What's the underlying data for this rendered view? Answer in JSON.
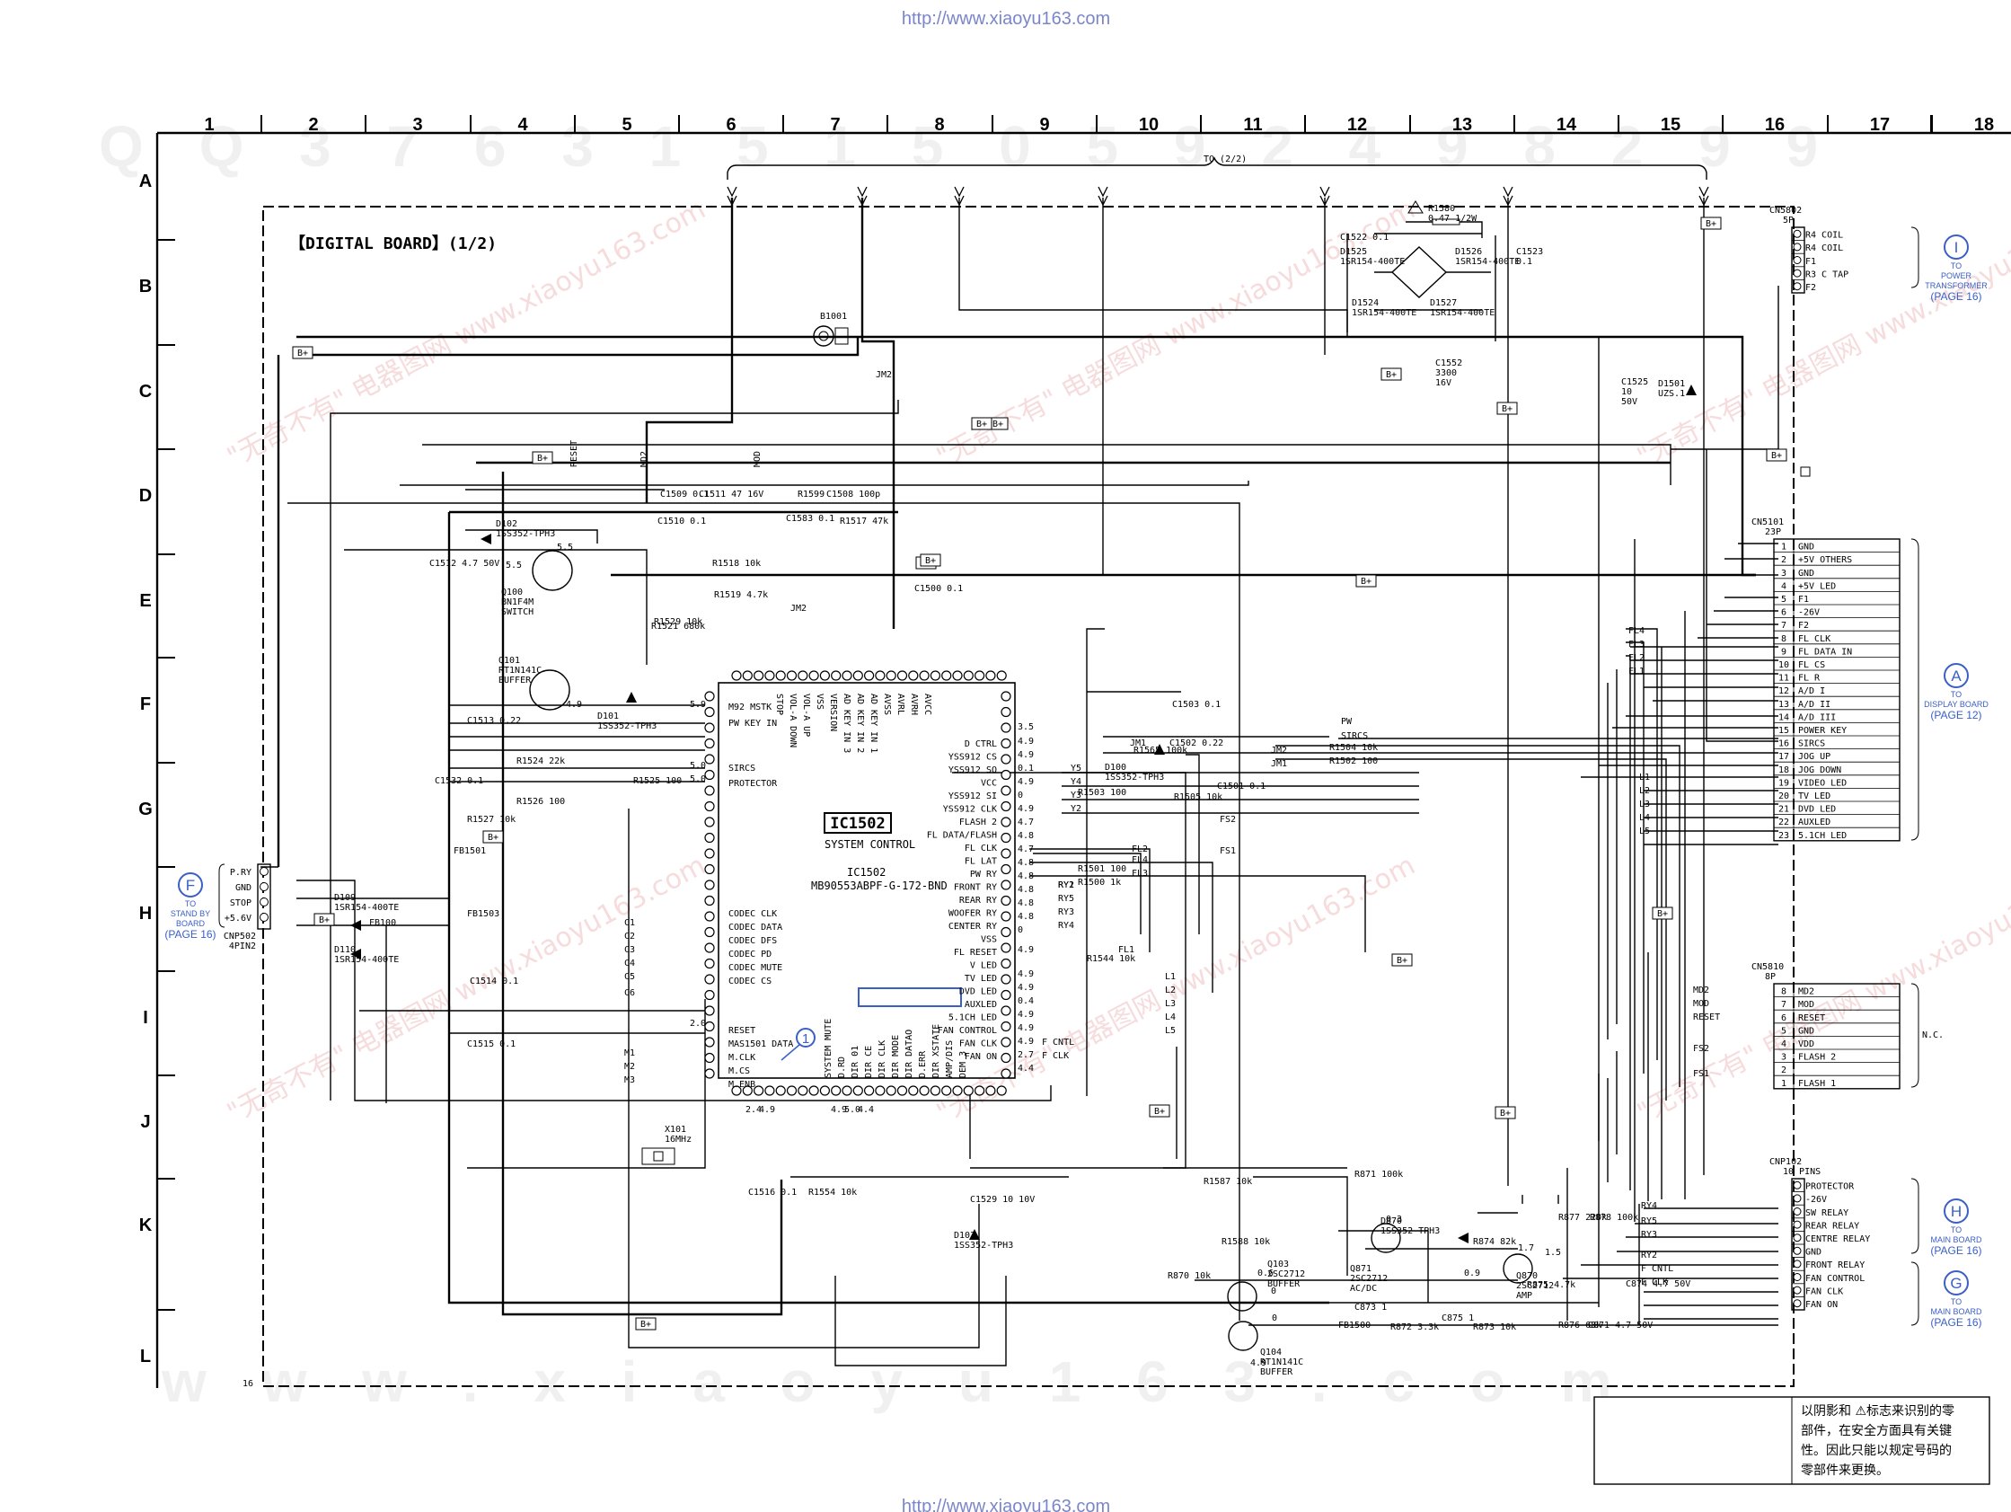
{
  "header_url": "http://www.xiaoyu163.com",
  "footer_url": "http://www.xiaoyu163.com",
  "columns": [
    "1",
    "2",
    "3",
    "4",
    "5",
    "6",
    "7",
    "8",
    "9",
    "10",
    "11",
    "12",
    "13",
    "14",
    "15",
    "16",
    "17",
    "18"
  ],
  "rows": [
    "A",
    "B",
    "C",
    "D",
    "E",
    "F",
    "G",
    "H",
    "I",
    "J",
    "K",
    "L"
  ],
  "board_title": "【DIGITAL BOARD】(1/2)",
  "to_label": "TO (2/2)",
  "page_number": "16",
  "ic": {
    "ref": "IC1502",
    "name": "SYSTEM CONTROL",
    "ref2": "IC1502",
    "part": "MB90553ABPF-G-172-BND"
  },
  "connectors": {
    "top": {
      "ref": "CN5802",
      "pins": "5P",
      "labels": [
        "R4 COIL",
        "R4 COIL",
        "F1",
        "R3 C TAP",
        "F2"
      ]
    },
    "display": {
      "ref": "CN5101",
      "pins": "23P",
      "labels": [
        "GND",
        "+5V OTHERS",
        "GND",
        "+5V LED",
        "F1",
        "-26V",
        "F2",
        "FL CLK",
        "FL DATA IN",
        "FL CS",
        "FL R",
        "A/D I",
        "A/D II",
        "A/D III",
        "POWER KEY",
        "SIRCS",
        "JOG UP",
        "JOG DOWN",
        "VIDEO LED",
        "TV LED",
        "DVD LED",
        "AUXLED",
        "5.1CH LED"
      ],
      "numbers": [
        "1",
        "2",
        "3",
        "4",
        "5",
        "6",
        "7",
        "8",
        "9",
        "10",
        "11",
        "12",
        "13",
        "14",
        "15",
        "16",
        "17",
        "18",
        "19",
        "20",
        "21",
        "22",
        "23"
      ]
    },
    "nc": {
      "ref": "CN5810",
      "pins": "8P",
      "labels": [
        "MD2",
        "MOD",
        "RESET",
        "GND",
        "VDD",
        "FLASH 2",
        "",
        "FLASH 1"
      ],
      "numbers": [
        "8",
        "7",
        "6",
        "5",
        "4",
        "3",
        "2",
        "1"
      ]
    },
    "main": {
      "ref": "CNP102",
      "pins": "10 PINS",
      "labels": [
        "PROTECTOR",
        "-26V",
        "SW RELAY",
        "REAR RELAY",
        "CENTRE RELAY",
        "GND",
        "FRONT RELAY",
        "FAN CONTROL",
        "FAN CLK",
        "FAN ON"
      ]
    },
    "stand": {
      "ref": "CNP502",
      "pins": "4PIN2",
      "labels": [
        "P.RY",
        "GND",
        "STOP",
        "+5.6V"
      ]
    }
  },
  "destinations": {
    "I": {
      "letter": "I",
      "lines": [
        "TO",
        "POWER",
        "TRANSFORMER"
      ],
      "page": "(PAGE 16)"
    },
    "A": {
      "letter": "A",
      "lines": [
        "TO",
        "DISPLAY BOARD"
      ],
      "page": "(PAGE 12)"
    },
    "nc": "N.C.",
    "H": {
      "letter": "H",
      "lines": [
        "TO",
        "MAIN BOARD"
      ],
      "page": "(PAGE 16)"
    },
    "G": {
      "letter": "G",
      "lines": [
        "TO",
        "MAIN BOARD"
      ],
      "page": "(PAGE 16)"
    },
    "F": {
      "letter": "F",
      "lines": [
        "TO",
        "STAND BY",
        "BOARD"
      ],
      "page": "(PAGE 16)"
    }
  },
  "ic_left_pins": [
    "M92 MSTK",
    "PW KEY IN",
    "SIRCS",
    "PROTECTOR",
    "CODEC CLK",
    "CODEC DATA",
    "CODEC DFS",
    "CODEC PD",
    "CODEC MUTE",
    "CODEC CS",
    "RESET",
    "MAS1501 DATA",
    "M.CLK",
    "M.CS",
    "M.ENB"
  ],
  "ic_right_pins": [
    "D CTRL",
    "YSS912 CS",
    "YSS912 SO",
    "VCC",
    "YSS912 SI",
    "YSS912 CLK",
    "FLASH 2",
    "FL DATA/FLASH",
    "FL CLK",
    "FL LAT",
    "PW RY",
    "FRONT RY",
    "REAR RY",
    "WOOFER RY",
    "CENTER RY",
    "VSS",
    "FL RESET",
    "V LED",
    "TV LED",
    "DVD LED",
    "AUXLED",
    "5.1CH LED",
    "FAN CONTROL",
    "FAN CLK",
    "FAN ON"
  ],
  "ic_top_pins": [
    "STOP",
    "VOL-A DOWN",
    "VOL-A UP",
    "VSS",
    "VERSION",
    "AD KEY IN 3",
    "AD KEY IN 2",
    "AD KEY IN 1",
    "AVSS",
    "AVRL",
    "AVRH",
    "AVCC"
  ],
  "ic_bottom_pins": [
    "SYSTEM MUTE",
    "D.RD",
    "DIR 01",
    "DIR CE",
    "DIR CLK",
    "DIR MODE",
    "DIR DATAO",
    "D.ERR",
    "DIR XSTATE",
    "AMP/DIS",
    "DEM 3"
  ],
  "voltages": [
    "5.5",
    "5.5",
    "4.9",
    "5.9",
    "5.0",
    "5.0",
    "3.5",
    "4.9",
    "4.9",
    "0.1",
    "4.9",
    "0",
    "4.9",
    "4.7",
    "4.8",
    "4.7",
    "4.8",
    "4.8",
    "4.8",
    "4.8",
    "4.8",
    "0",
    "4.9",
    "4.9",
    "4.9",
    "0.4",
    "4.9",
    "4.9",
    "4.9",
    "2.7",
    "4.4",
    "2.0",
    "2.4",
    "4.9",
    "4.9",
    "5.0",
    "4.4",
    "0.3",
    "1.7",
    "1.5",
    "0.9",
    "0.6",
    "0",
    "4.9",
    "0"
  ],
  "components": {
    "q100": [
      "Q100",
      "BN1F4M",
      "SWITCH"
    ],
    "q101": [
      "Q101",
      "RT1N141C",
      "BUFFER"
    ],
    "q102": [
      "D102",
      "1SS352-TPH3"
    ],
    "d101": [
      "D101",
      "1SS352-TPH3"
    ],
    "d100": [
      "D100",
      "1SS352-TPH3"
    ],
    "d103": [
      "D103",
      "1SS352-TPH3"
    ],
    "d109": [
      "D109",
      "1SR154-400TE"
    ],
    "d110": [
      "D110",
      "1SR154-400TE"
    ],
    "d870": [
      "D870",
      "1SS352-TPH3"
    ],
    "q103": [
      "Q103",
      "2SC2712",
      "BUFFER"
    ],
    "q104": [
      "Q104",
      "RT1N141C",
      "BUFFER"
    ],
    "q871": [
      "Q871",
      "2SC2712",
      "AC/DC"
    ],
    "q870": [
      "Q870",
      "2SC2712",
      "AMP"
    ],
    "d1525": [
      "D1525",
      "1SR154-400TE"
    ],
    "d1526": [
      "D1526",
      "1SR154-400TE"
    ],
    "d1524": [
      "D1524",
      "1SR154-400TE"
    ],
    "d1527": [
      "D1527",
      "1SR154-400TE"
    ],
    "d1501": [
      "D1501",
      "UZS.1"
    ],
    "r1580": [
      "R1580",
      "0.47 1/2W"
    ],
    "b1001": "B1001",
    "x101": [
      "X101",
      "16MHz"
    ],
    "c1522": "C1522 0.1",
    "c1523": [
      "C1523",
      "0.1"
    ],
    "c1552": [
      "C1552",
      "3300",
      "16V"
    ],
    "c1525": [
      "C1525",
      "10",
      "50V"
    ],
    "jm2": "JM2",
    "misc": [
      "C1512 4.7 50V",
      "C1513 0.22",
      "C1532 0.1",
      "R1524 22k",
      "R1526 100",
      "R1525 100",
      "R1527 10k",
      "R1518 10k",
      "R1519 4.7k",
      "R1521 680k",
      "R1529 10k",
      "C1509 0.1",
      "C1510 0.1",
      "C1511 47 16V",
      "R1599",
      "C1508 100p",
      "C1583 0.1",
      "R1517 47k",
      "C1500 0.1",
      "C1503 0.1",
      "C1502 0.22",
      "R1565 100k",
      "C1501 0.1",
      "R1505 10k",
      "R1504 10k",
      "R1502 100",
      "R1503 100",
      "R1501 100",
      "R1500 1k",
      "R1544 10k",
      "C1514 0.1",
      "C1515 0.1",
      "C1516 0.1",
      "R1554 10k",
      "C1529 10 10V",
      "R1587 10k",
      "R1588 10k",
      "R870 10k",
      "R871 100k",
      "C873 1",
      "R872 3.3k",
      "C875 1",
      "R873 10k",
      "R874 82k",
      "R875 4.7k",
      "R876 68k",
      "R877 220k",
      "R878 100k",
      "C871 4.7 50V",
      "C874 4.7 50V",
      "FB1500",
      "FB1501",
      "FB1503",
      "FB100",
      "JM1",
      "JM2"
    ],
    "nets_left": [
      "C1",
      "C2",
      "C3",
      "C4",
      "C5",
      "C6",
      "M1",
      "M2",
      "M3"
    ],
    "nets_right": [
      "Y5",
      "Y4",
      "Y3",
      "Y2",
      "FS2",
      "FS1",
      "FL2",
      "FL4",
      "FL3",
      "FL1",
      "L1",
      "L2",
      "L3",
      "L4",
      "L5",
      "RY2",
      "RY5",
      "RY3",
      "RY4",
      "RY1",
      "F CNTL",
      "F CLK"
    ],
    "nets_side": [
      "PW",
      "SIRCS",
      "JM2",
      "JM1",
      "FL4",
      "FL3",
      "FL2",
      "FL1",
      "L1",
      "L2",
      "L3",
      "L4",
      "L5",
      "MD2",
      "MOD",
      "RESET",
      "FS2",
      "FS1",
      "RY4",
      "RY5",
      "RY3",
      "RY2",
      "F CNTL",
      "F CLK"
    ],
    "nets_top": [
      "RESET",
      "MD2",
      "MOD"
    ]
  },
  "bplus": "B+",
  "circle_marker": "1",
  "notice": "以阴影和 ⚠标志来识别的零部件，在安全方面具有关键性。因此只能以规定号码的零部件来更换。",
  "notice_lines": [
    "以阴影和 ⚠标志来识别的零",
    "部件，在安全方面具有关键",
    "性。因此只能以规定号码的",
    "零部件来更换。"
  ]
}
